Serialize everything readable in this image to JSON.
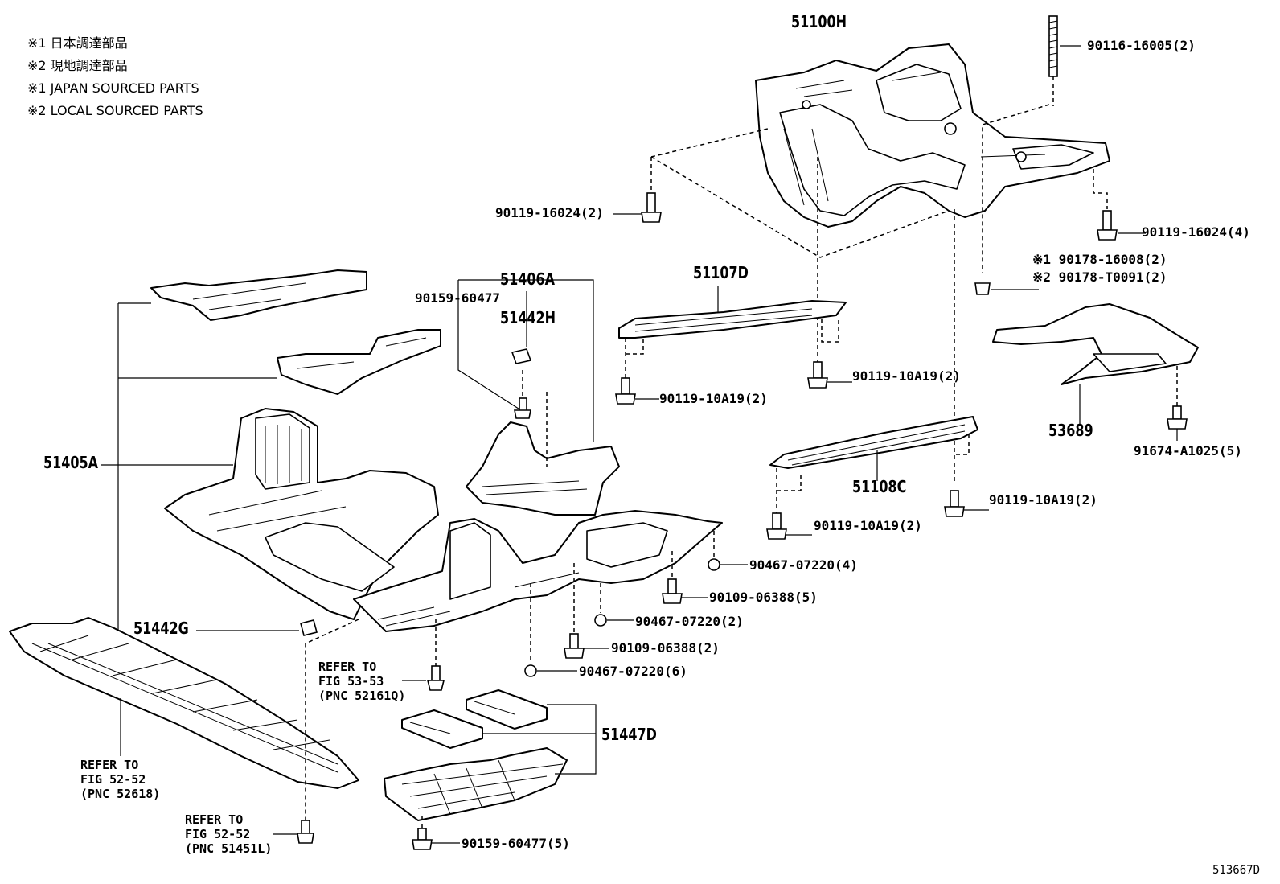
{
  "legend": {
    "line1": "※1  日本調達部品",
    "line2": "※2  現地調達部品",
    "line3": "※1  JAPAN SOURCED PARTS",
    "line4": "※2  LOCAL SOURCED PARTS"
  },
  "parts": {
    "p51100H": "51100H",
    "p51406A": "51406A",
    "p51442H": "51442H",
    "p51107D": "51107D",
    "p51405A": "51405A",
    "p51442G": "51442G",
    "p51108C": "51108C",
    "p53689": "53689",
    "p51447D": "51447D"
  },
  "fasteners": {
    "f1": "90116-16005(2)",
    "f2": "90119-16024(2)",
    "f3": "90119-16024(4)",
    "f4": "※1 90178-16008(2)",
    "f5": "※2 90178-T0091(2)",
    "f6": "90159-60477",
    "f7": "90119-10A19(2)",
    "f8": "90119-10A19(2)",
    "f9": "91674-A1025(5)",
    "f10": "90119-10A19(2)",
    "f11": "90119-10A19(2)",
    "f12": "90467-07220(4)",
    "f13": "90109-06388(5)",
    "f14": "90467-07220(2)",
    "f15": "90109-06388(2)",
    "f16": "90467-07220(6)",
    "f17": "90159-60477(5)"
  },
  "refs": {
    "r1": [
      "REFER TO",
      "FIG 53-53",
      "(PNC 52161Q)"
    ],
    "r2": [
      "REFER TO",
      "FIG 52-52",
      "(PNC 52618)"
    ],
    "r3": [
      "REFER TO",
      "FIG 52-52",
      "(PNC 51451L)"
    ]
  },
  "figure_id": "513667D"
}
